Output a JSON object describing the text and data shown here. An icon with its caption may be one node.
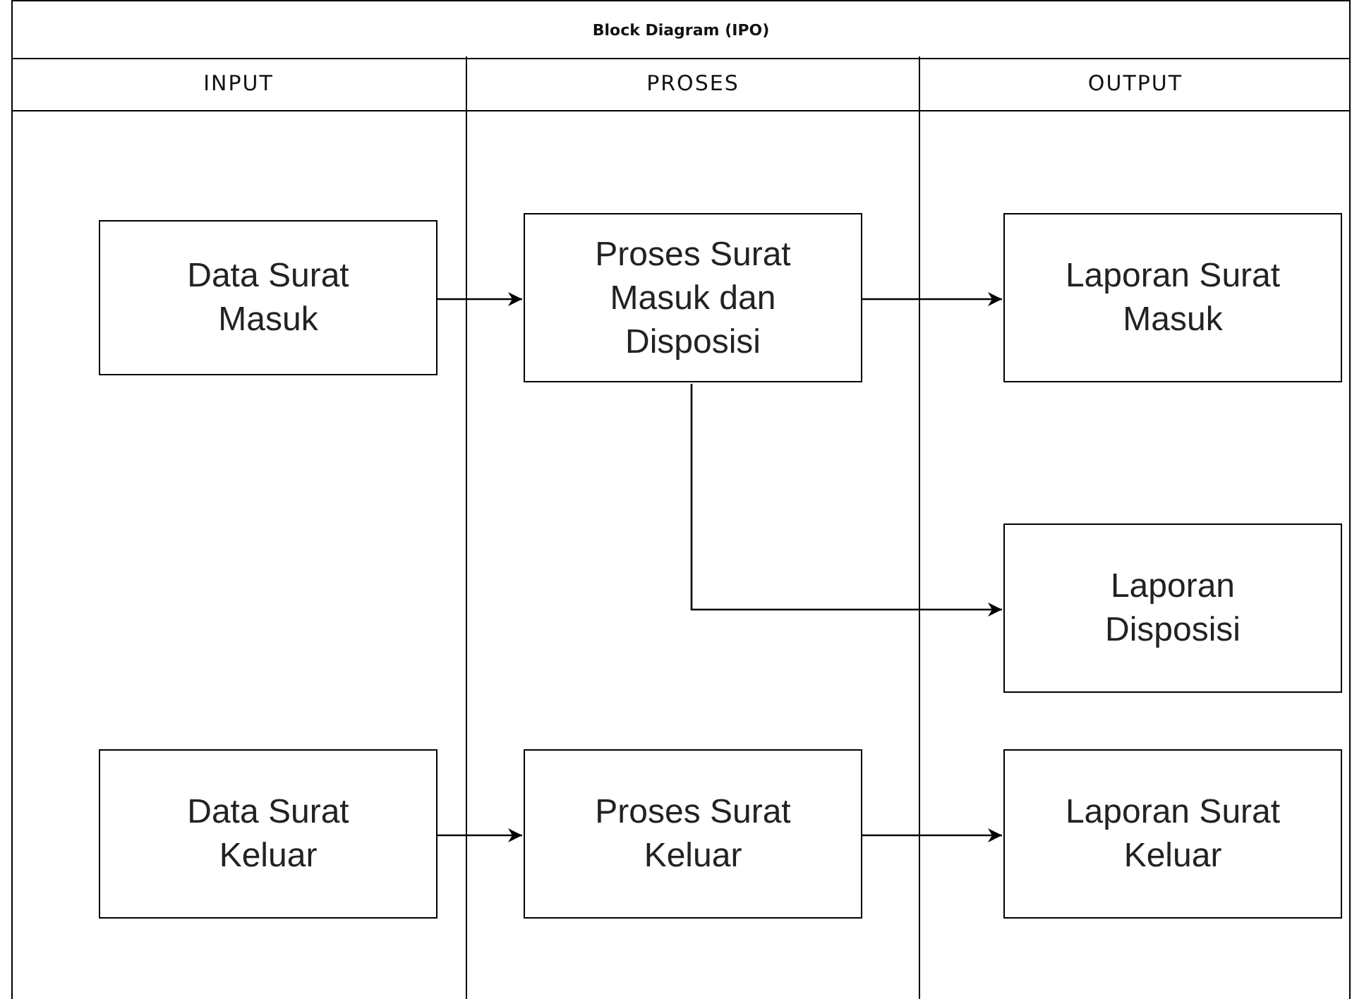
{
  "diagram": {
    "nodes": [
      {
        "text": [
          "Block Diagram (IPO)"
        ]
      },
      {
        "text": [
          "INPUT"
        ],
        "in": 0
      },
      {
        "text": [
          "PROSES"
        ],
        "in": 0
      },
      {
        "text": [
          "OUTPUT"
        ],
        "in": 0
      },
      {
        "text": [
          "Data Surat Masuk"
        ],
        "in": 1
      },
      {
        "text": [
          "Proses Surat Masuk dan Disposisi"
        ],
        "in": 2
      },
      {
        "text": [
          "Laporan Surat Masuk"
        ],
        "in": 3
      },
      {
        "text": [
          "Laporan Disposisi"
        ],
        "in": 3
      },
      {
        "text": [
          "Data Surat Keluar"
        ],
        "in": 1
      },
      {
        "text": [
          "Proses Surat Keluar"
        ],
        "in": 2
      },
      {
        "text": [
          "Laporan Surat Keluar"
        ],
        "in": 3
      }
    ],
    "edges": [
      {
        "from": 4,
        "to": 5,
        "arrow": "to"
      },
      {
        "from": 5,
        "to": 6,
        "arrow": "to"
      },
      {
        "from": 5,
        "to": 7,
        "arrow": "to"
      },
      {
        "from": 8,
        "to": 9,
        "arrow": "to"
      },
      {
        "from": 9,
        "to": 10,
        "arrow": "to"
      }
    ]
  }
}
